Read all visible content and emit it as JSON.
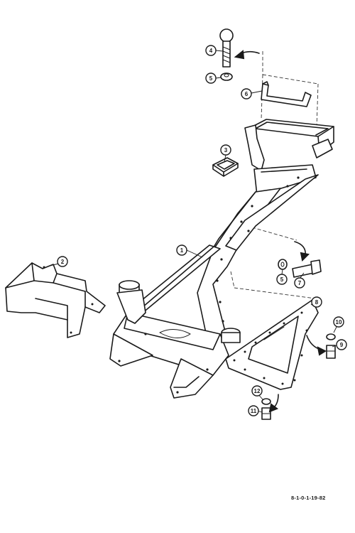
{
  "diagram": {
    "reference_code": "8-1-0-1-19-82",
    "callouts": [
      {
        "id": "c1",
        "label": "1"
      },
      {
        "id": "c2",
        "label": "2"
      },
      {
        "id": "c3",
        "label": "3"
      },
      {
        "id": "c4",
        "label": "4"
      },
      {
        "id": "c5a",
        "label": "5"
      },
      {
        "id": "c5b",
        "label": "5"
      },
      {
        "id": "c6",
        "label": "6"
      },
      {
        "id": "c7",
        "label": "7"
      },
      {
        "id": "c8",
        "label": "8"
      },
      {
        "id": "c9",
        "label": "9"
      },
      {
        "id": "c10",
        "label": "10"
      },
      {
        "id": "c11",
        "label": "11"
      },
      {
        "id": "c12",
        "label": "12"
      }
    ]
  }
}
